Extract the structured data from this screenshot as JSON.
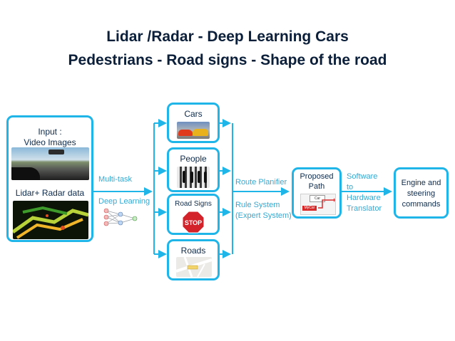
{
  "title_line1": "Lidar /Radar - Deep Learning Cars",
  "title_line2": "Pedestrians - Road signs - Shape of the road",
  "input": {
    "label": "Input :\nVideo Images",
    "sensor_label": "Lidar+ Radar data"
  },
  "edges_left": {
    "multitask": "Multi-task",
    "deep_learning": "Deep Learning"
  },
  "categories": {
    "cars": "Cars",
    "people": "People",
    "road_signs": "Road Signs",
    "roads": "Roads"
  },
  "stop_sign": "STOP",
  "edges_mid": {
    "route": "Route Planifier",
    "rule": "Rule System\n(Expert System)"
  },
  "path": {
    "label": "Proposed\nPath",
    "car_tag": "Car",
    "my_car_tag": "MyCar"
  },
  "software": "Software\nto\nHardware\nTranslator",
  "engine": "Engine and\nsteering\ncommands",
  "colors": {
    "box_border": "#1fb5e8",
    "arrow": "#1fb5e8",
    "title": "#0b1f3a",
    "side_text": "#36a9d2"
  }
}
